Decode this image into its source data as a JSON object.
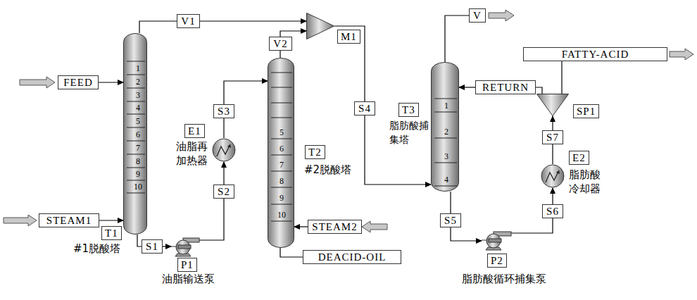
{
  "diagram": {
    "nodes": [
      {
        "text": [
          "FEED"
        ]
      },
      {
        "text": [
          "STEAM1"
        ]
      },
      {
        "text": [
          "1",
          "2",
          "3",
          "4",
          "5",
          "6",
          "7",
          "8",
          "9",
          "10",
          "T1",
          "#1脱酸塔"
        ]
      },
      {
        "text": [
          "V1"
        ]
      },
      {
        "text": [
          "S1"
        ]
      },
      {
        "text": [
          "P1",
          "油脂输送泵"
        ]
      },
      {
        "text": [
          "S2"
        ]
      },
      {
        "text": [
          "E1",
          "油脂再 加热器"
        ]
      },
      {
        "text": [
          "S3"
        ]
      },
      {
        "text": [
          "M1"
        ]
      },
      {
        "text": [
          "V2"
        ]
      },
      {
        "text": [
          "5",
          "6",
          "7",
          "8",
          "9",
          "10",
          "T2",
          "#2脱酸塔"
        ]
      },
      {
        "text": [
          "STEAM2"
        ]
      },
      {
        "text": [
          "DEACID-OIL"
        ]
      },
      {
        "text": [
          "S4"
        ]
      },
      {
        "text": [
          "1",
          "2",
          "3",
          "4",
          "T3",
          "脂肪酸捕 集塔"
        ]
      },
      {
        "text": [
          "V"
        ]
      },
      {
        "text": [
          "S5"
        ]
      },
      {
        "text": [
          "P2",
          "脂肪酸循环捕集泵"
        ]
      },
      {
        "text": [
          "S6"
        ]
      },
      {
        "text": [
          "E2",
          "脂肪酸 冷却器"
        ]
      },
      {
        "text": [
          "S7"
        ]
      },
      {
        "text": [
          "SP1"
        ]
      },
      {
        "text": [
          "RETURN"
        ]
      },
      {
        "text": [
          "FATTY-ACID"
        ]
      }
    ],
    "edges": [
      {
        "from": 0,
        "to": 2,
        "arrow": "to"
      },
      {
        "from": 1,
        "to": 2,
        "arrow": "to"
      },
      {
        "from": 2,
        "to": 3,
        "arrow": "none"
      },
      {
        "from": 3,
        "to": 9,
        "arrow": "to"
      },
      {
        "from": 2,
        "to": 4,
        "arrow": "none"
      },
      {
        "from": 4,
        "to": 5,
        "arrow": "to"
      },
      {
        "from": 5,
        "to": 6,
        "arrow": "none"
      },
      {
        "from": 6,
        "to": 7,
        "arrow": "to"
      },
      {
        "from": 7,
        "to": 8,
        "arrow": "none"
      },
      {
        "from": 8,
        "to": 11,
        "arrow": "to"
      },
      {
        "from": 11,
        "to": 10,
        "arrow": "none"
      },
      {
        "from": 10,
        "to": 9,
        "arrow": "to"
      },
      {
        "from": 12,
        "to": 11,
        "arrow": "to"
      },
      {
        "from": 11,
        "to": 13,
        "arrow": "none"
      },
      {
        "from": 9,
        "to": 14,
        "arrow": "none"
      },
      {
        "from": 14,
        "to": 15,
        "arrow": "to"
      },
      {
        "from": 15,
        "to": 16,
        "arrow": "none"
      },
      {
        "from": 15,
        "to": 17,
        "arrow": "none"
      },
      {
        "from": 17,
        "to": 18,
        "arrow": "to"
      },
      {
        "from": 18,
        "to": 19,
        "arrow": "none"
      },
      {
        "from": 19,
        "to": 20,
        "arrow": "to"
      },
      {
        "from": 20,
        "to": 21,
        "arrow": "none"
      },
      {
        "from": 21,
        "to": 22,
        "arrow": "to"
      },
      {
        "from": 22,
        "to": 23,
        "arrow": "none"
      },
      {
        "from": 23,
        "to": 15,
        "arrow": "to"
      },
      {
        "from": 22,
        "to": 24,
        "arrow": "none"
      }
    ]
  }
}
